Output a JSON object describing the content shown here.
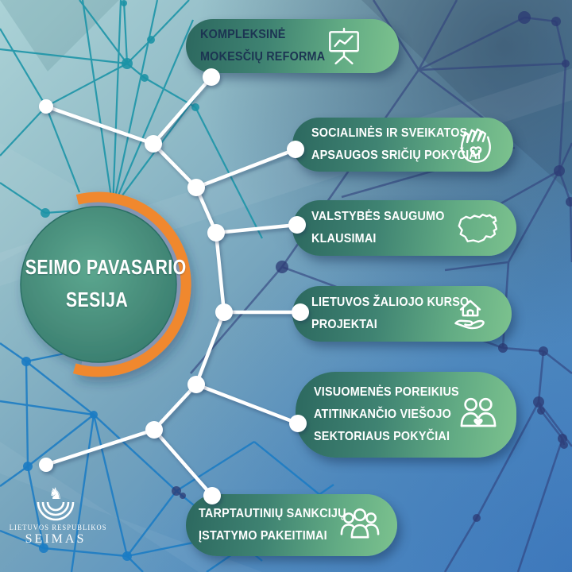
{
  "title": {
    "line1": "SEIMO PAVASARIO",
    "line2": "SESIJA"
  },
  "topics": [
    {
      "id": "tax-reform",
      "lines": [
        "KOMPLEKSINĖ",
        "MOKESČIŲ REFORMA"
      ],
      "icon": "presentation-chart-icon"
    },
    {
      "id": "social-health",
      "lines": [
        "SOCIALINĖS IR SVEIKATOS",
        "APSAUGOS SRIČIŲ POKYČIAI"
      ],
      "icon": "caring-hands-heart-icon"
    },
    {
      "id": "state-security",
      "lines": [
        "VALSTYBĖS SAUGUMO",
        "KLAUSIMAI"
      ],
      "icon": "lithuania-map-icon"
    },
    {
      "id": "green-course",
      "lines": [
        "LIETUVOS ŽALIOJO KURSO",
        "PROJEKTAI"
      ],
      "icon": "house-in-hand-icon"
    },
    {
      "id": "public-sector",
      "lines": [
        "VISUOMENĖS POREIKIUS",
        "ATITINKANČIO VIEŠOJO",
        "SEKTORIAUS POKYČIAI"
      ],
      "icon": "couple-heart-icon"
    },
    {
      "id": "sanctions",
      "lines": [
        "TARPTAUTINIŲ SANKCIJŲ",
        "ĮSTATYMO PAKEITIMAI"
      ],
      "icon": "people-group-icon"
    }
  ],
  "logo": {
    "knight_glyph": "♞",
    "line1": "LIETUVOS RESPUBLIKOS",
    "line2": "SEIMAS"
  },
  "colors": {
    "pill_gradient_start": "#2c685f",
    "pill_gradient_end": "#7cc28e",
    "pill1_text": "#1c3452",
    "pill_text": "#ffffff",
    "orange_arc": "#f0882e",
    "gray_arc": "#8595b3",
    "circle_fill": "#3d8374",
    "connector_white": "#ffffff",
    "teal_line": "#1d95a8",
    "blue_line": "#1b7cc4",
    "navy_line": "#31407c",
    "background_top_left": "#a9d0d4",
    "background_bottom_right": "#4b89c9"
  }
}
